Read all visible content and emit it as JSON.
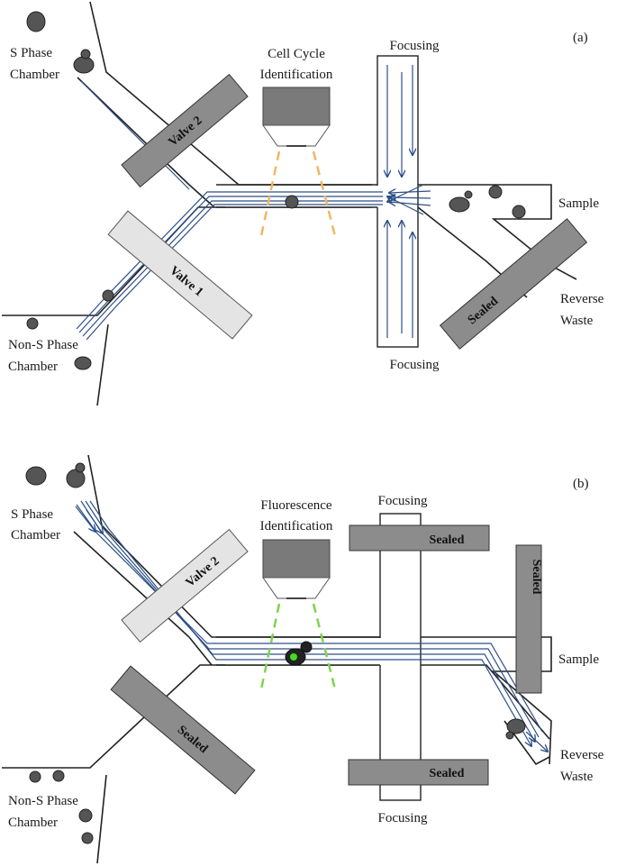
{
  "panel_a": {
    "panel_label": "(a)",
    "s_phase_label_1": "S Phase",
    "s_phase_label_2": "Chamber",
    "non_s_label_1": "Non-S Phase",
    "non_s_label_2": "Chamber",
    "detector_label_1": "Cell Cycle",
    "detector_label_2": "Identification",
    "focusing_top": "Focusing",
    "focusing_bottom": "Focusing",
    "sample_label": "Sample",
    "reverse_label_1": "Reverse",
    "reverse_label_2": "Waste",
    "valve_upper": "Valve 2",
    "valve_lower": "Valve 1",
    "sealed_label": "Sealed",
    "beam_color": "#f0b860"
  },
  "panel_b": {
    "panel_label": "(b)",
    "s_phase_label_1": "S Phase",
    "s_phase_label_2": "Chamber",
    "non_s_label_1": "Non-S Phase",
    "non_s_label_2": "Chamber",
    "detector_label_1": "Fluorescence",
    "detector_label_2": "Identification",
    "focusing_top": "Focusing",
    "focusing_bottom": "Focusing",
    "sample_label": "Sample",
    "reverse_label_1": "Reverse",
    "reverse_label_2": "Waste",
    "valve_upper": "Valve 2",
    "sealed_lower": "Sealed",
    "sealed_top": "Sealed",
    "sealed_bottom": "Sealed",
    "sealed_sample": "Sealed",
    "beam_color": "#7dd44a",
    "fluorescent_color": "#3fe01a"
  },
  "colors": {
    "flow_line": "#2d4f87",
    "valve_open": "#e4e4e4",
    "valve_closed": "#8c8c8c",
    "cell": "#555555",
    "detector_body": "#7a7a7a"
  }
}
